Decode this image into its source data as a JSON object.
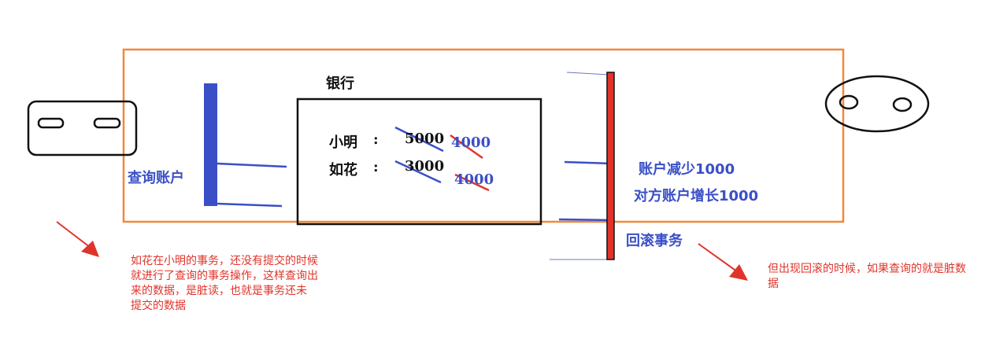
{
  "bank_label": "银行",
  "query_label": "查询账户",
  "accounts": [
    {
      "name": "小明",
      "sep": ":",
      "old": "5000",
      "new": "4000"
    },
    {
      "name": "如花",
      "sep": ":",
      "old": "3000",
      "new": "4000"
    }
  ],
  "transaction": {
    "decrease": "账户减少1000",
    "increase": "对方账户增长1000",
    "rollback": "回滚事务"
  },
  "notes": {
    "left_lines": [
      "如花在小明的事务，还没有提交的时候",
      "就进行了查询的事务操作，这样查询出",
      "来的数据，是脏读，也就是事务还未",
      "提交的数据"
    ],
    "right_lines": [
      "但出现回滚的时候，如果查询的就是脏数",
      "据"
    ]
  },
  "colors": {
    "frame": "#f0883a",
    "blue": "#3a4fc7",
    "red": "#e0342b",
    "black": "#111111"
  }
}
